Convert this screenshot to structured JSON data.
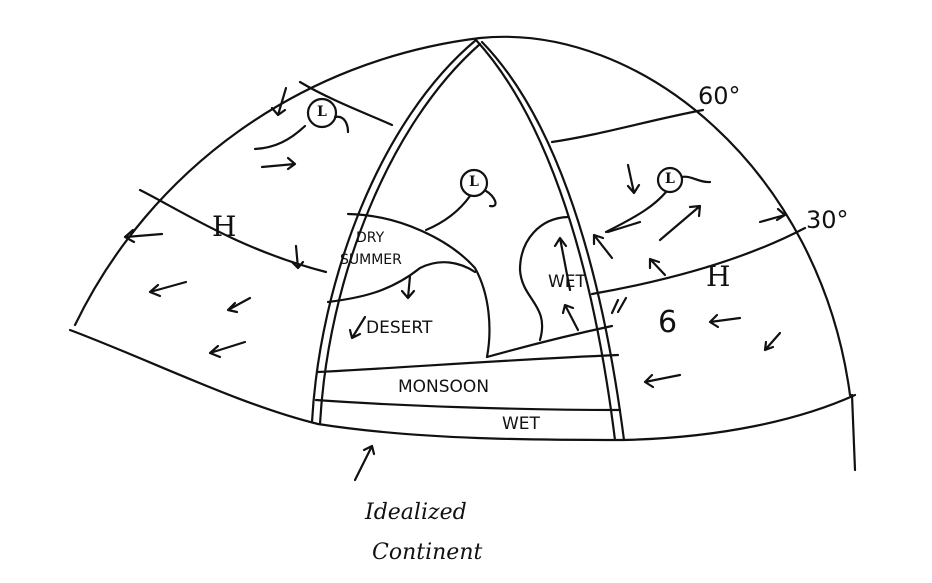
{
  "labels": {
    "lat60": "60°",
    "lat30": "30°",
    "dry": "DRY",
    "summer": "SUMMER",
    "desert": "DESERT",
    "wet_east": "WET",
    "monsoon": "MONSOON",
    "wet_south": "WET",
    "number6": "6",
    "high_west": "H",
    "high_east": "H",
    "low_west": "L",
    "low_center": "L",
    "low_east": "L",
    "caption_line1": "Idealized",
    "caption_line2": "Continent"
  }
}
